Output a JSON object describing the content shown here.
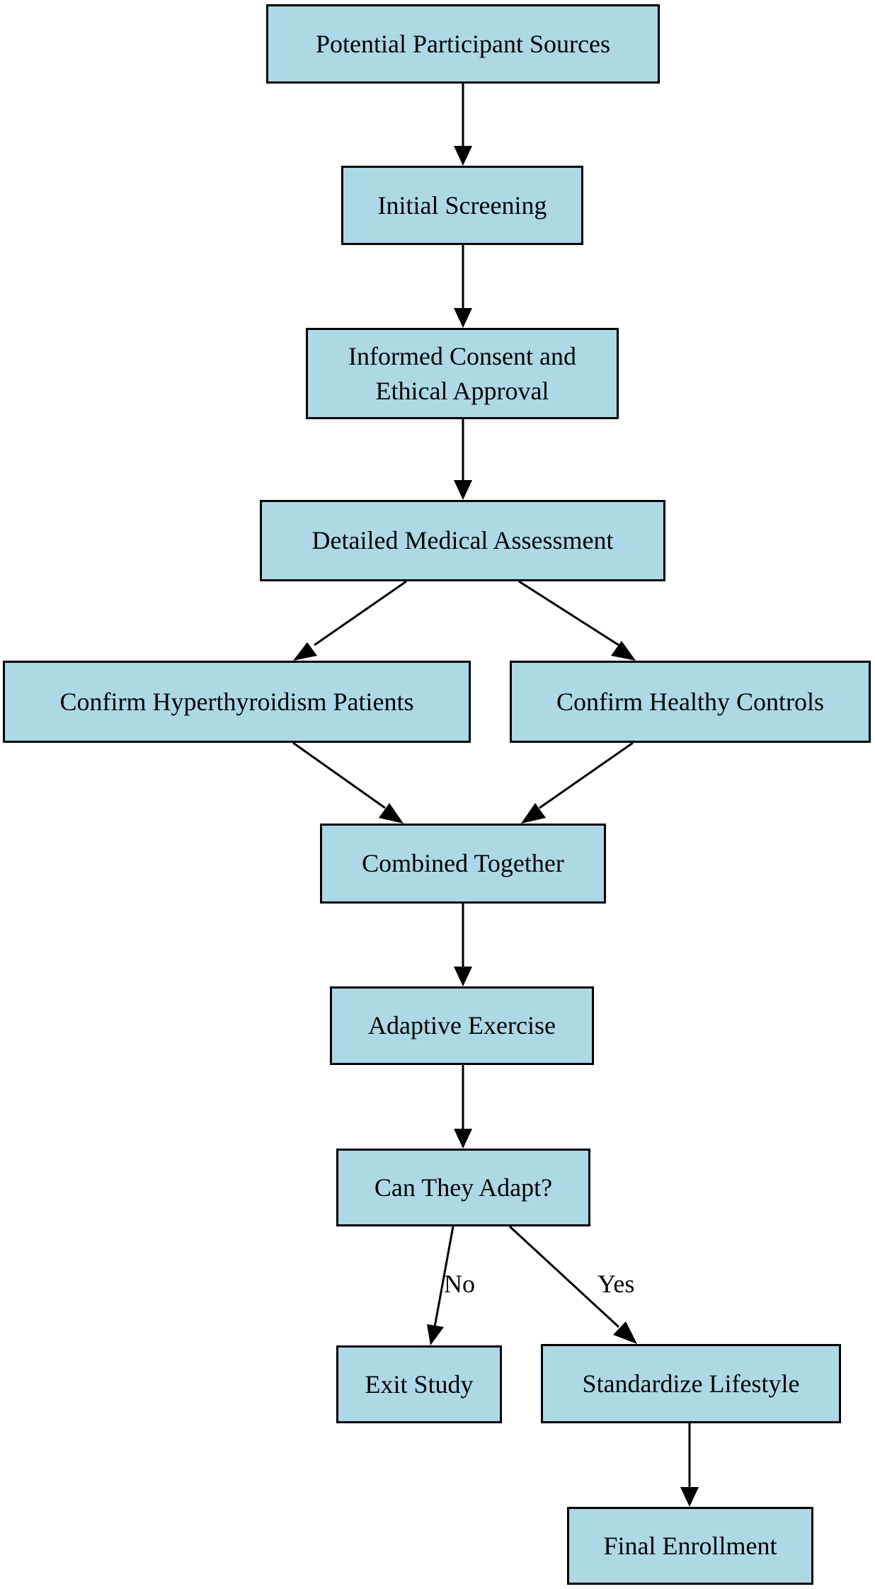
{
  "diagram": {
    "nodes": {
      "sources": "Potential Participant Sources",
      "screening": "Initial Screening",
      "consent_line1": "Informed Consent and",
      "consent_line2": "Ethical Approval",
      "assessment": "Detailed Medical Assessment",
      "hyper": "Confirm Hyperthyroidism Patients",
      "healthy": "Confirm Healthy Controls",
      "combined": "Combined Together",
      "exercise": "Adaptive Exercise",
      "adapt": "Can They Adapt?",
      "exit": "Exit Study",
      "lifestyle": "Standardize Lifestyle",
      "final": "Final Enrollment"
    },
    "edge_labels": {
      "no": "No",
      "yes": "Yes"
    },
    "colors": {
      "node_fill": "#add8e6",
      "node_border": "#000000",
      "edge": "#000000"
    }
  }
}
